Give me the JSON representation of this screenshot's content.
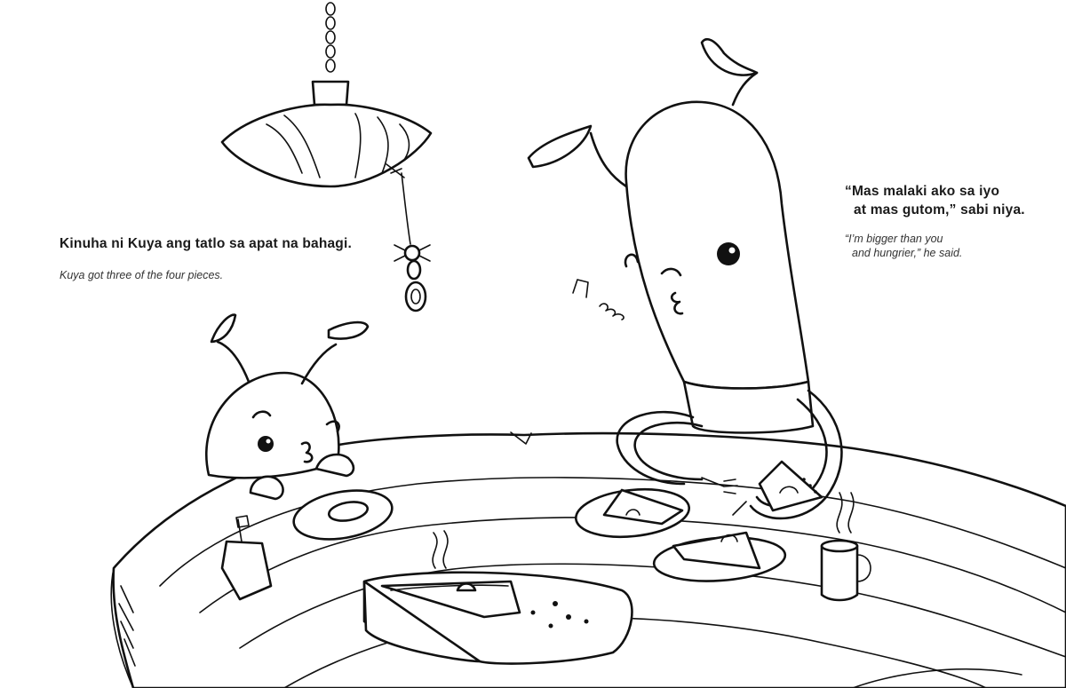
{
  "page": {
    "left_text": {
      "main": "Kinuha ni Kuya ang tatlo sa apat na bahagi.",
      "translation": "Kuya got three of the four pieces."
    },
    "right_text": {
      "main_line1": "“Mas malaki ako sa iyo",
      "main_line2": "at mas gutom,” sabi niya.",
      "translation_line1": "“I’m bigger than you",
      "translation_line2": "and hungrier,” he said."
    }
  },
  "colors": {
    "ink": "#111111",
    "paper": "#ffffff"
  }
}
